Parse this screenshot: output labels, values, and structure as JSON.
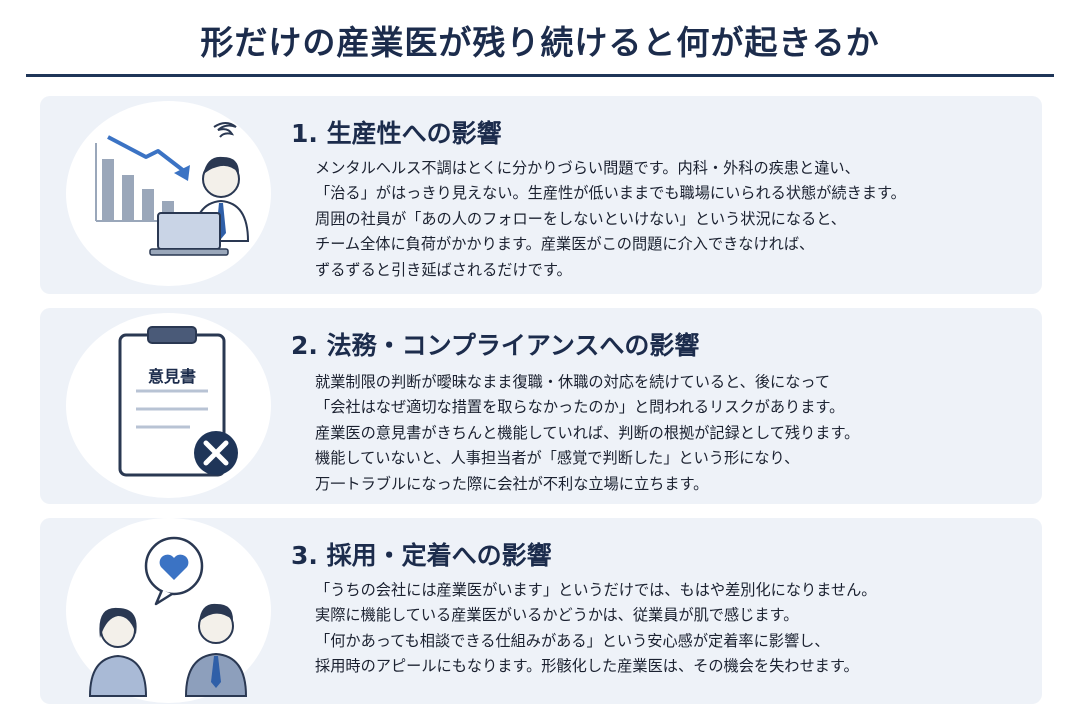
{
  "title": "形だけの産業医が残り続けると何が起きるか",
  "sections": [
    {
      "heading": "1. 生産性への影響",
      "lines": [
        "メンタルヘルス不調はとくに分かりづらい問題です。内科・外科の疾患と違い、",
        "「治る」がはっきり見えない。生産性が低いままでも職場にいられる状態が続きます。",
        "周囲の社員が「あの人のフォローをしないといけない」という状況になると、",
        "チーム全体に負荷がかかります。産業医がこの問題に介入できなければ、",
        "ずるずると引き延ばされるだけです。"
      ]
    },
    {
      "heading": "2. 法務・コンプライアンスへの影響",
      "lines": [
        "就業制限の判断が曖昧なまま復職・休職の対応を続けていると、後になって",
        "「会社はなぜ適切な措置を取らなかったのか」と問われるリスクがあります。",
        "産業医の意見書がきちんと機能していれば、判断の根拠が記録として残ります。",
        "機能していないと、人事担当者が「感覚で判断した」という形になり、",
        "万一トラブルになった際に会社が不利な立場に立ちます。"
      ],
      "document_label": "意見書"
    },
    {
      "heading": "3. 採用・定着への影響",
      "lines": [
        "「うちの会社には産業医がいます」というだけでは、もはや差別化になりません。",
        "実際に機能している産業医がいるかどうかは、従業員が肌で感じます。",
        "「何かあっても相談できる仕組みがある」という安心感が定着率に影響し、",
        "採用時のアピールにもなります。形骸化した産業医は、その機会を失わせます。"
      ]
    }
  ],
  "icons": {
    "section1": "declining-productivity-worker-icon",
    "section2": "rejected-opinion-document-icon",
    "section3": "consultation-heart-icon"
  },
  "colors": {
    "title": "#1c2c4c",
    "rule": "#1f3558",
    "card_bg": "#eef2f8",
    "accent_blue": "#3b73c4"
  }
}
